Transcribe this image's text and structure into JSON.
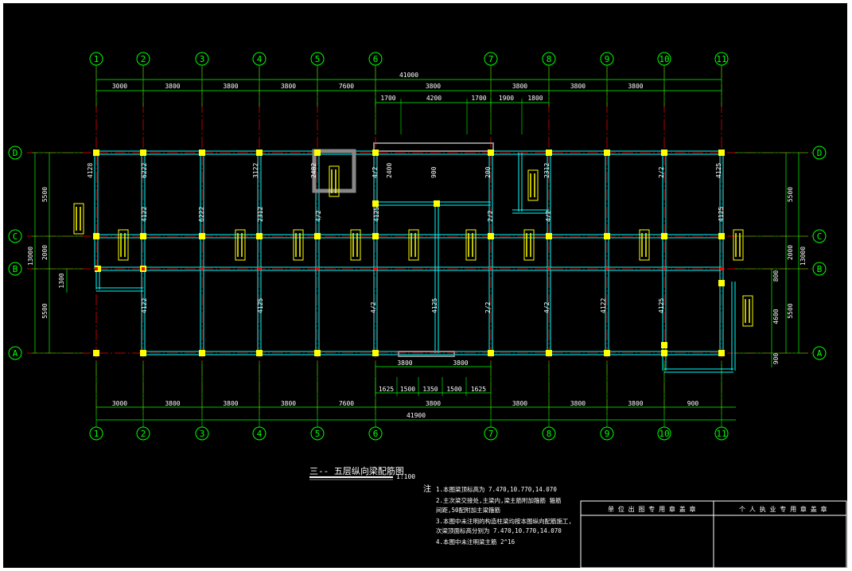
{
  "grid": {
    "columns": [
      "1",
      "2",
      "3",
      "4",
      "5",
      "6",
      "7",
      "8",
      "9",
      "10",
      "11"
    ],
    "rows": [
      "D",
      "C",
      "B",
      "A"
    ]
  },
  "dimensions": {
    "top_segments": [
      "3000",
      "3800",
      "3800",
      "3800",
      "7600",
      "3800",
      "3800",
      "3800",
      "3800"
    ],
    "top_total": "41000",
    "top_sub_segments": [
      "1700",
      "4200",
      "1700",
      "1900",
      "1800"
    ],
    "bottom_segments": [
      "3000",
      "3800",
      "3800",
      "3800",
      "7600",
      "3800",
      "3800",
      "3800",
      "3800",
      "900"
    ],
    "bottom_total": "41900",
    "bottom_sub_segments": [
      "1625",
      "1500",
      "1350",
      "1500",
      "1625"
    ],
    "bottom_door_segments": [
      "3800",
      "3800"
    ],
    "left_segments": [
      "5500",
      "2000",
      "5500"
    ],
    "left_total": "13000",
    "left_sub": "1300",
    "right_segments": [
      "5500",
      "2000",
      "5500"
    ],
    "right_total": "13000",
    "right_sub_segments": [
      "800",
      "4600",
      "900"
    ]
  },
  "beam_labels": {
    "top_row": [
      "4128",
      "6222",
      "3122",
      "2482",
      "4/2",
      "2400",
      "900",
      "200",
      "2312",
      "2/2",
      "4125"
    ],
    "mid_row": [
      "4122",
      "6222",
      "2312",
      "4/2",
      "4125",
      "2/2",
      "4/2",
      "4125"
    ],
    "bottom_row": [
      "4122",
      "4125",
      "4/2",
      "4125",
      "2/2",
      "4/2",
      "4122",
      "4125"
    ]
  },
  "title": {
    "text": "三-- 五层纵向梁配筋图",
    "scale": "1:100"
  },
  "notes": {
    "label": "注",
    "items": [
      "1.本图梁顶标高为 7.470,10.770,14.070",
      "2.主次梁交接处,主梁内,梁主筋附加箍筋 箍筋",
      "  间距,50配附加主梁箍筋",
      "3.本图中未注明的构造柱梁均按本图纵向配筋施工,",
      "  次梁顶面标高分别为 7.470,10.770,14.070",
      "4.本图中未注明梁主筋 2^16"
    ]
  },
  "stamps": {
    "unit": "单 位 出 图 专 用 章 盖 章",
    "personal": "个 人 执 业 专 用 章 盖 章"
  },
  "colors": {
    "background": "#000000",
    "axis": "#00ff00",
    "beam": "#00ffff",
    "column": "#ffff00",
    "axis_line": "#ff0000",
    "text": "#ffffff"
  }
}
